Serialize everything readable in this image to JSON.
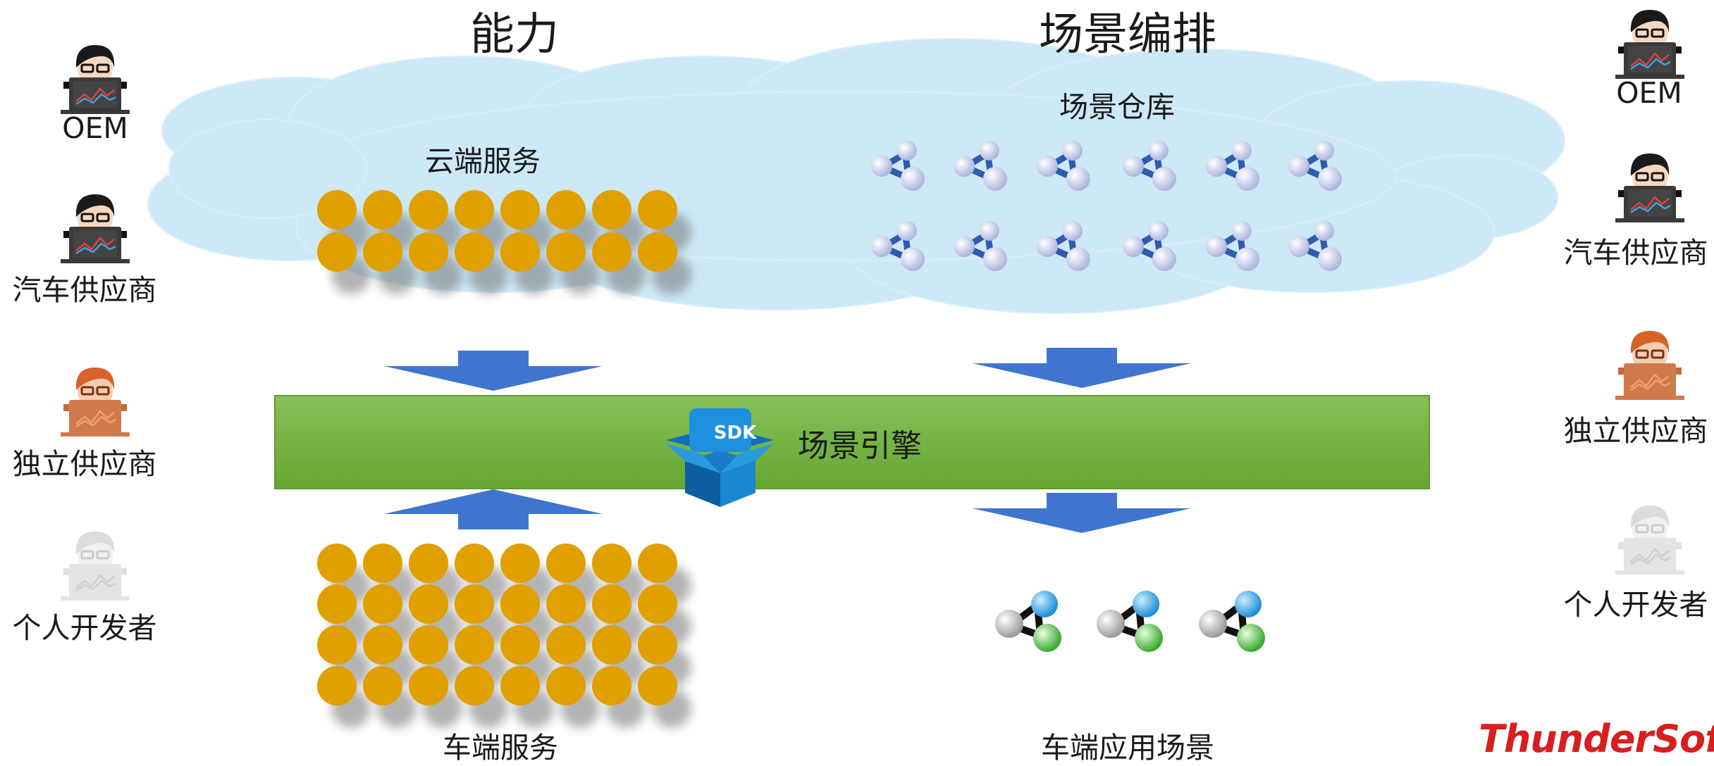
{
  "headings": {
    "capability": "能力",
    "orchestration": "场景编排"
  },
  "cloud": {
    "cloud_services_label": "云端服务",
    "scene_warehouse_label": "场景仓库"
  },
  "engine": {
    "sdk_label": "SDK",
    "label": "场景引擎"
  },
  "bottom": {
    "vehicle_services_label": "车端服务",
    "vehicle_app_scenes_label": "车端应用场景"
  },
  "left_roles": [
    {
      "label": "OEM"
    },
    {
      "label": "汽车供应商"
    },
    {
      "label": "独立供应商"
    },
    {
      "label": "个人开发者"
    }
  ],
  "right_roles": [
    {
      "label": "OEM"
    },
    {
      "label": "汽车供应商"
    },
    {
      "label": "独立供应商"
    },
    {
      "label": "个人开发者"
    }
  ],
  "brand": {
    "logo_text": "ThunderSoft",
    "color": "#d81e1e"
  },
  "colors": {
    "cloud": "#cce9f8",
    "coin": "#e0a000",
    "banner": "#78b646",
    "arrow": "#3f75cf",
    "sdk_box": "#1f8fd8"
  },
  "icons": {
    "coin": "service-coin-icon",
    "scene": "scene-molecule-icon",
    "person": "developer-at-laptop-icon",
    "sdk": "sdk-box-icon"
  }
}
